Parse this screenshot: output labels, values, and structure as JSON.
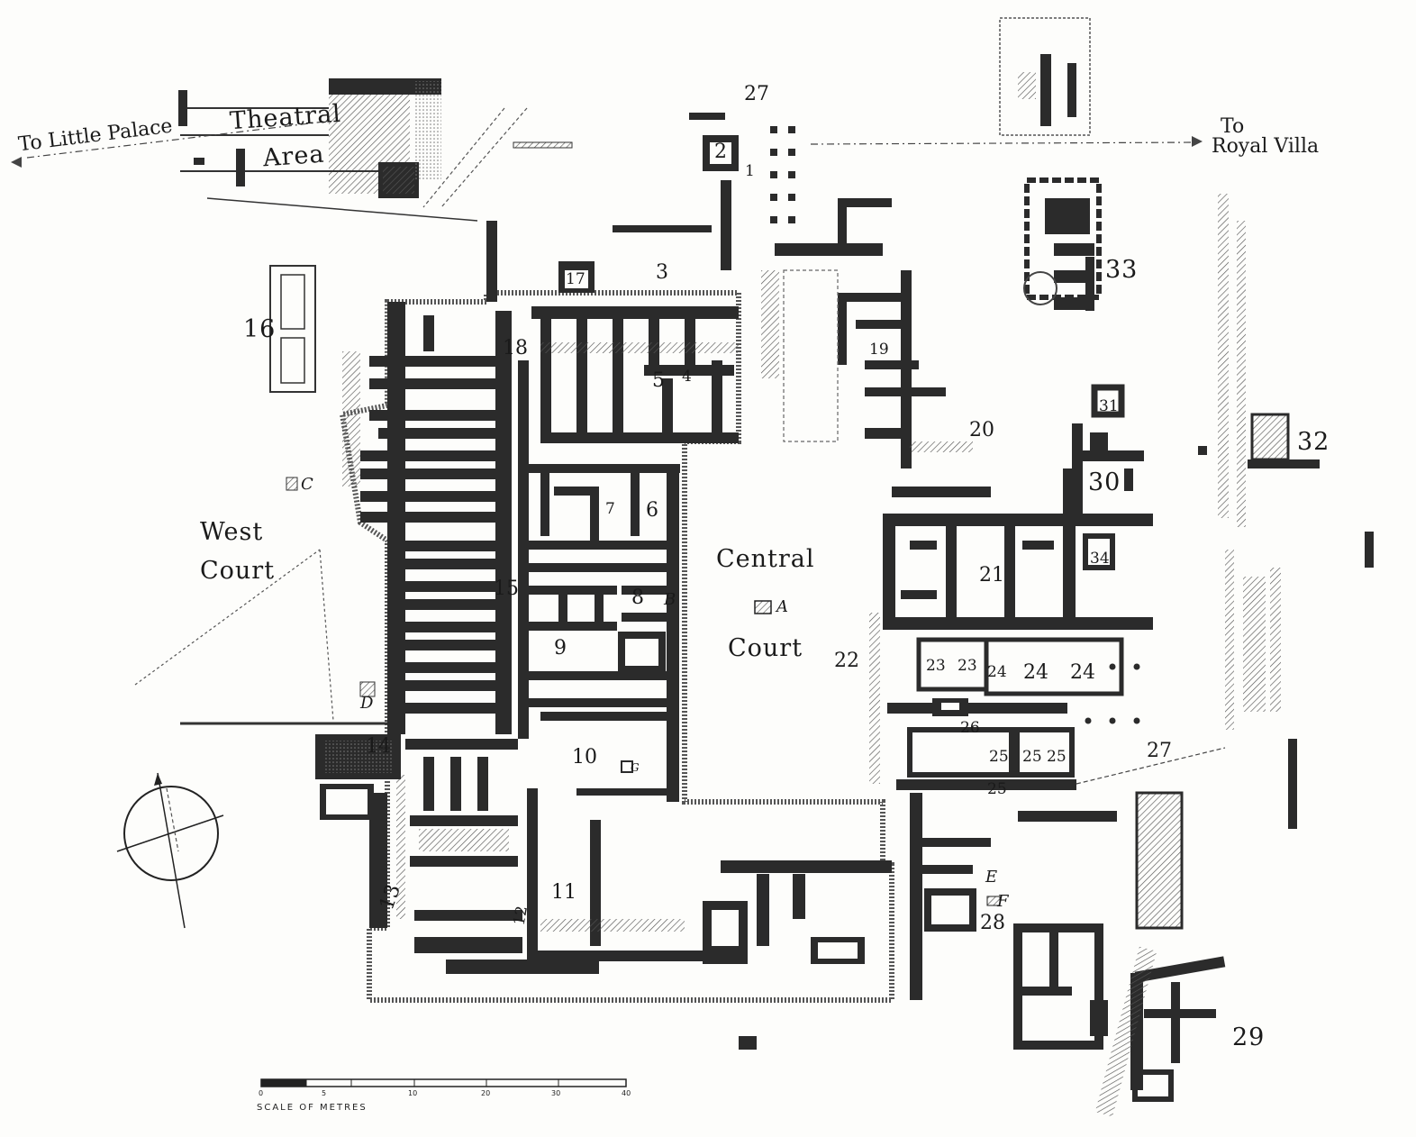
{
  "colors": {
    "wall": "#2b2b2b",
    "hatch": "#555555",
    "paper": "#fdfdfb",
    "line": "#333333"
  },
  "labels": {
    "to_little_palace": "To Little Palace",
    "to_royal_villa": "To Royal Villa",
    "theatral": "Theatral",
    "area": "Area",
    "central": "Central",
    "court": "Court",
    "west": "West",
    "west_court": "Court"
  },
  "numbers": [
    "1",
    "2",
    "3",
    "4",
    "5",
    "6",
    "7",
    "8",
    "9",
    "10",
    "11",
    "12",
    "13",
    "14",
    "15",
    "16",
    "17",
    "18",
    "19",
    "20",
    "21",
    "22",
    "23",
    "24",
    "25",
    "26",
    "27",
    "28",
    "29",
    "30",
    "31",
    "32",
    "33",
    "34"
  ],
  "letters": [
    "A",
    "B",
    "C",
    "D",
    "E",
    "F",
    "G"
  ],
  "scale": {
    "caption": "SCALE OF METRES",
    "ticks": [
      "0",
      "5",
      "10",
      "20",
      "30",
      "40"
    ]
  },
  "icons": {
    "north_arrow": "compass-rose-icon"
  }
}
